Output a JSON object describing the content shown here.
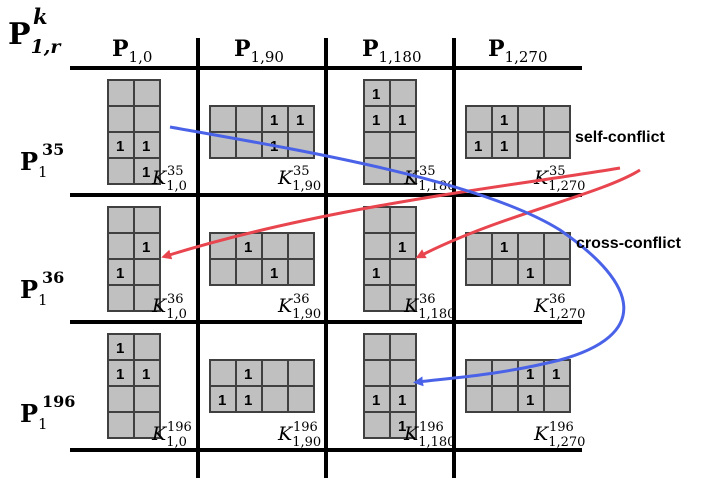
{
  "corner": {
    "symbol": "P",
    "sub": "1,r",
    "sup": "k"
  },
  "columns": [
    {
      "symbol": "P",
      "sub": "1,0"
    },
    {
      "symbol": "P",
      "sub": "1,90"
    },
    {
      "symbol": "P",
      "sub": "1,180"
    },
    {
      "symbol": "P",
      "sub": "1,270"
    }
  ],
  "rows": [
    {
      "symbol": "P",
      "sub": "1",
      "sup": "35"
    },
    {
      "symbol": "P",
      "sub": "1",
      "sup": "36"
    },
    {
      "symbol": "P",
      "sub": "1",
      "sup": "196"
    }
  ],
  "cell_symbol": "K",
  "cell_sup": [
    [
      "35",
      "35",
      "35",
      "35"
    ],
    [
      "36",
      "36",
      "36",
      "36"
    ],
    [
      "196",
      "196",
      "196",
      "196"
    ]
  ],
  "cell_sub": [
    "1,0",
    "1,90",
    "1,180",
    "1,270"
  ],
  "cell_value": "1",
  "kernels": [
    [
      {
        "orient": "v",
        "ones": [
          [
            2,
            0
          ],
          [
            2,
            1
          ],
          [
            3,
            1
          ]
        ]
      },
      {
        "orient": "h",
        "ones": [
          [
            0,
            2
          ],
          [
            0,
            3
          ],
          [
            1,
            2
          ]
        ]
      },
      {
        "orient": "v",
        "ones": [
          [
            0,
            0
          ],
          [
            1,
            0
          ],
          [
            1,
            1
          ]
        ]
      },
      {
        "orient": "h",
        "ones": [
          [
            0,
            1
          ],
          [
            1,
            0
          ],
          [
            1,
            1
          ]
        ]
      }
    ],
    [
      {
        "orient": "v",
        "ones": [
          [
            1,
            1
          ],
          [
            2,
            0
          ]
        ]
      },
      {
        "orient": "h",
        "ones": [
          [
            0,
            1
          ],
          [
            1,
            2
          ]
        ]
      },
      {
        "orient": "v",
        "ones": [
          [
            1,
            1
          ],
          [
            2,
            0
          ]
        ]
      },
      {
        "orient": "h",
        "ones": [
          [
            0,
            1
          ],
          [
            1,
            2
          ]
        ]
      }
    ],
    [
      {
        "orient": "v",
        "ones": [
          [
            0,
            0
          ],
          [
            1,
            0
          ],
          [
            1,
            1
          ]
        ]
      },
      {
        "orient": "h",
        "ones": [
          [
            0,
            1
          ],
          [
            1,
            0
          ],
          [
            1,
            1
          ]
        ]
      },
      {
        "orient": "v",
        "ones": [
          [
            2,
            0
          ],
          [
            2,
            1
          ],
          [
            3,
            1
          ]
        ]
      },
      {
        "orient": "h",
        "ones": [
          [
            0,
            2
          ],
          [
            0,
            3
          ],
          [
            1,
            2
          ]
        ]
      }
    ]
  ],
  "labels": {
    "self_conflict": "self-conflict",
    "cross_conflict": "cross-conflict"
  },
  "colors": {
    "grid_line": "#000000",
    "cell_fill": "#c0c0c0",
    "cell_border": "#404040",
    "self_arrow": "#e8454f",
    "cross_arrow": "#4a62e8"
  }
}
